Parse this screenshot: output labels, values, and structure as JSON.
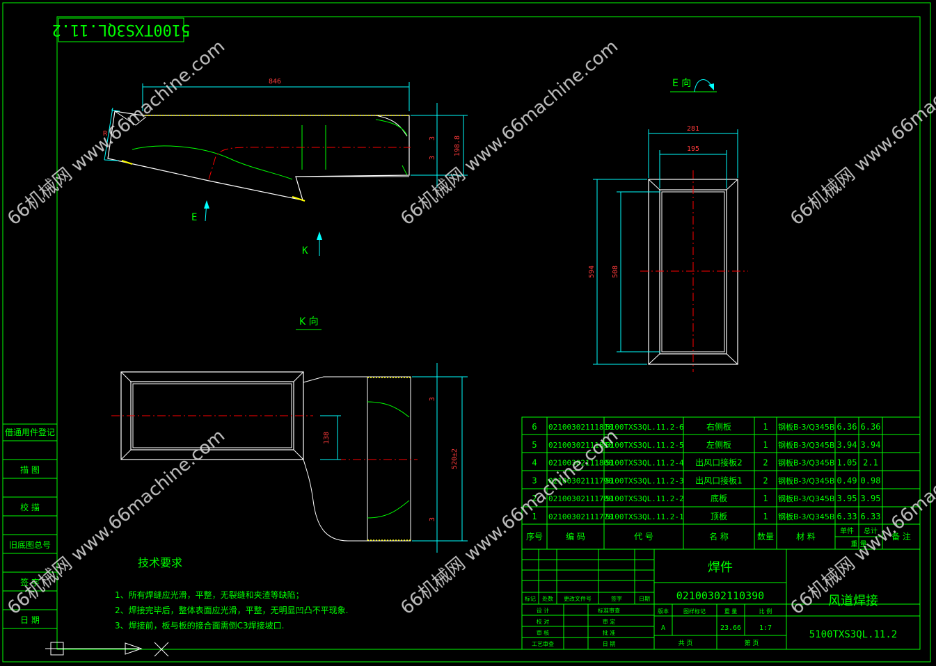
{
  "colors": {
    "background": "#000000",
    "frame": "#00ff00",
    "outline": "#ffffff",
    "dimension": "#00ffff",
    "dimension_text": "#ff3b3b",
    "centerline": "#ff0000",
    "hidden": "#ffff00",
    "watermark": "#d0d0d0"
  },
  "drawing": {
    "title_box": "5100TXS3QL.11.2",
    "watermark": "66机械网 www.66machine.com",
    "view_e_label": "E 向",
    "view_k_label": "K 向",
    "arrow_e": "E",
    "arrow_k": "K",
    "dims": {
      "top_len": "846",
      "side_r": "R",
      "side_h": "198.8",
      "side_t1": "3",
      "side_t2": "3",
      "e_outer_w": "281",
      "e_inner_w": "195",
      "e_outer_h": "594",
      "e_inner_h": "508",
      "k_offset": "138",
      "k_height": "520±2",
      "k_t1": "3",
      "k_t2": "3"
    }
  },
  "left_strip": [
    "借通用件登记",
    "描 图",
    "校 描",
    "旧底图总号",
    "签 字",
    "日 期"
  ],
  "tech": {
    "title": "技术要求",
    "items": [
      "1、所有焊缝应光滑，平整，无裂缝和夹渣等缺陷；",
      "2、焊接完毕后，整体表面应光滑，平整，无明显凹凸不平现象.",
      "3、焊接前，板与板的接合面需倒C3焊接坡口."
    ]
  },
  "bom": {
    "rows": [
      {
        "no": "6",
        "code": "02100302111810",
        "part": "5100TXS3QL.11.2-6",
        "name": "右侧板",
        "qty": "1",
        "mat": "钢板B-3/Q345B",
        "unit": "6.36",
        "total": "6.36"
      },
      {
        "no": "5",
        "code": "02100302111810",
        "part": "5100TXS3QL.11.2-5",
        "name": "左侧板",
        "qty": "1",
        "mat": "钢板B-3/Q345B",
        "unit": "3.94",
        "total": "3.94"
      },
      {
        "no": "4",
        "code": "02100302111800",
        "part": "5100TXS3QL.11.2-4",
        "name": "出风口接板2",
        "qty": "2",
        "mat": "钢板B-3/Q345B",
        "unit": "1.05",
        "total": "2.1"
      },
      {
        "no": "3",
        "code": "02100302111790",
        "part": "5100TXS3QL.11.2-3",
        "name": "出风口接板1",
        "qty": "2",
        "mat": "钢板B-3/Q345B",
        "unit": "0.49",
        "total": "0.98"
      },
      {
        "no": "2",
        "code": "02100302111780",
        "part": "5100TXS3QL.11.2-2",
        "name": "底板",
        "qty": "1",
        "mat": "钢板B-3/Q345B",
        "unit": "3.95",
        "total": "3.95"
      },
      {
        "no": "1",
        "code": "02100302111770",
        "part": "5100TXS3QL.11.2-1",
        "name": "顶板",
        "qty": "1",
        "mat": "钢板B-3/Q345B",
        "unit": "6.33",
        "total": "6.33"
      }
    ],
    "header": {
      "no": "序号",
      "code": "编 码",
      "part": "代 号",
      "name": "名 称",
      "qty": "数量",
      "mat": "材 料",
      "unit_label": "单件",
      "total_label": "总计",
      "weight_label": "重 量",
      "remark": "备 注"
    }
  },
  "title_block": {
    "weldment": "焊件",
    "drawing_code": "02100302110390",
    "name": "风道焊接",
    "drawing_no": "5100TXS3QL.11.2",
    "rev_labels": [
      "标记",
      "处数",
      "更改文件号",
      "签字",
      "日期"
    ],
    "roles_left": [
      "设 计",
      "校 对",
      "审 核",
      "工艺审查"
    ],
    "roles_mid": [
      "标准审查",
      "审 定",
      "批 准",
      "日 期"
    ],
    "meta_labels": [
      "版本",
      "图样标记",
      "重 量",
      "比 例"
    ],
    "version": "A",
    "weight": "23.66",
    "scale": "1:7",
    "sheets_total": "共 页",
    "sheet_no": "第 页"
  }
}
